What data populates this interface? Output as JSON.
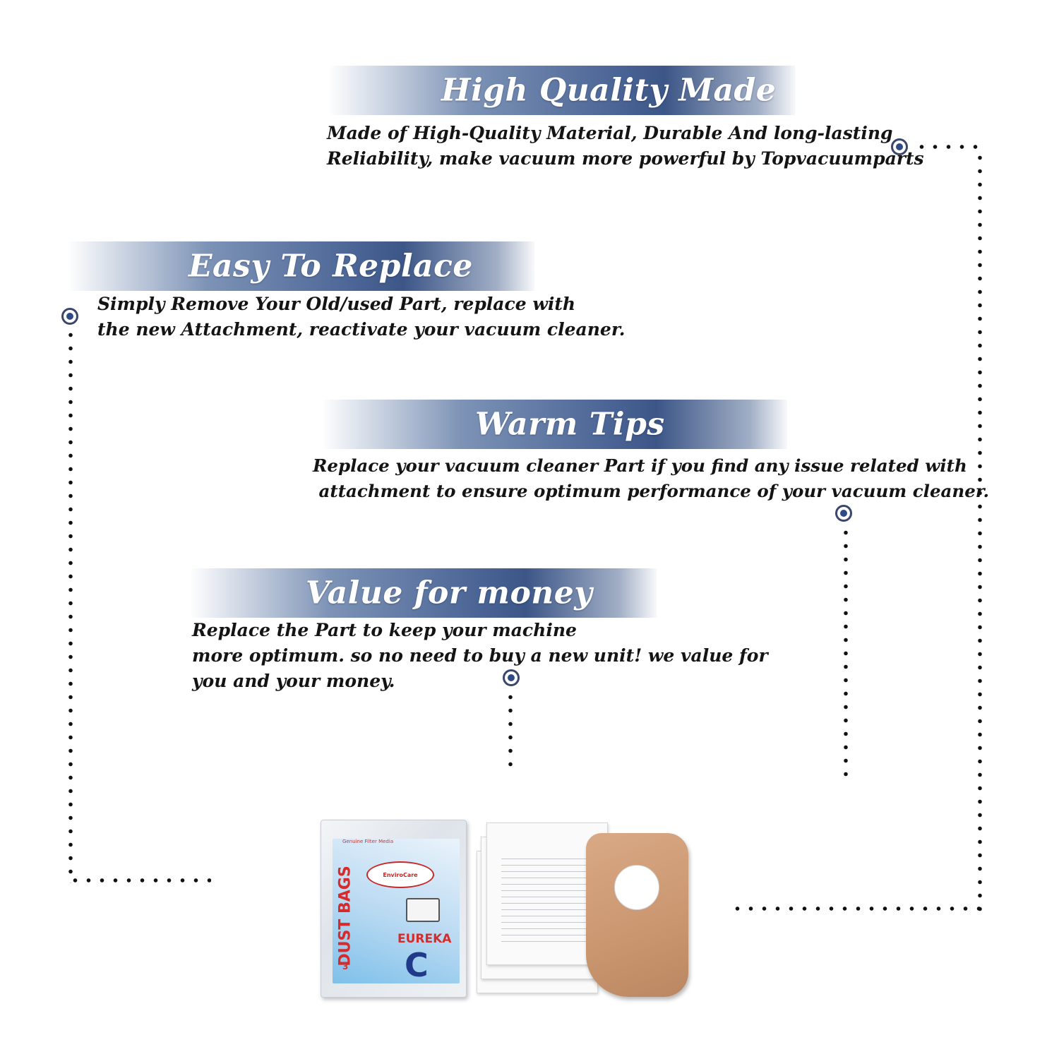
{
  "sections": [
    {
      "title": "High Quality Made",
      "lines": [
        "Made of  High-Quality Material, Durable And long-lasting",
        "Reliability, make vacuum more powerful by Topvacuumparts"
      ]
    },
    {
      "title": "Easy To Replace",
      "lines": [
        "Simply Remove Your Old/used Part, replace with",
        "the new Attachment, reactivate your vacuum cleaner."
      ]
    },
    {
      "title": "Warm Tips",
      "lines": [
        "Replace your vacuum cleaner Part if you find any issue related with",
        " attachment to ensure optimum performance of your vacuum cleaner."
      ]
    },
    {
      "title": "Value for money",
      "lines": [
        "Replace the Part to keep your machine",
        "more optimum. so no need to buy a new unit! we value for",
        "you and your money."
      ]
    }
  ],
  "product": {
    "package_side_text": "DUST BAGS",
    "package_top_text": "Genuine Filter Media",
    "package_logo_text": "EnviroCare",
    "package_brand": "EUREKA",
    "package_letter": "C",
    "package_count": "3"
  },
  "colors": {
    "banner_dark": "#3c5687",
    "banner_light": "#7d93b6",
    "marker_fill": "#2f4a85",
    "marker_ring": "#39476a",
    "dots": "#111111"
  }
}
